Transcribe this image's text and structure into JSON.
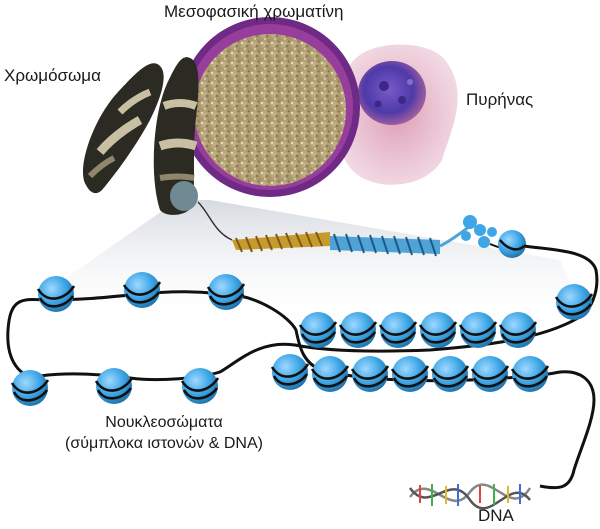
{
  "labels": {
    "interphase_chromatin": "Μεσοφασική χρωματίνη",
    "chromosome": "Χρωμόσωμα",
    "nucleus": "Πυρήνας",
    "nucleosomes_line1": "Νουκλεοσώματα",
    "nucleosomes_line2": "(σύμπλοκα ιστονών & DNA)",
    "dna": "DNA"
  },
  "colors": {
    "nucleosome_blue": "#3ea6e6",
    "nucleosome_dark": "#1d6fa8",
    "chromosome_band_dark": "#2b2a23",
    "chromosome_band_light": "#c9c0a3",
    "chromatin_fill": "#b9a77b",
    "nuclear_rim": "#6f2a86",
    "nucleus_purple": "#5b4fc0",
    "fiber_gold": "#c79a2e",
    "fiber_blue": "#4fa3d6",
    "dna_line": "#111111"
  },
  "icons": [
    "chromosome-icon",
    "interphase-chromatin-icon",
    "nucleus-icon",
    "chromatin-fiber-icon",
    "nucleosome-icon",
    "dna-helix-icon"
  ]
}
